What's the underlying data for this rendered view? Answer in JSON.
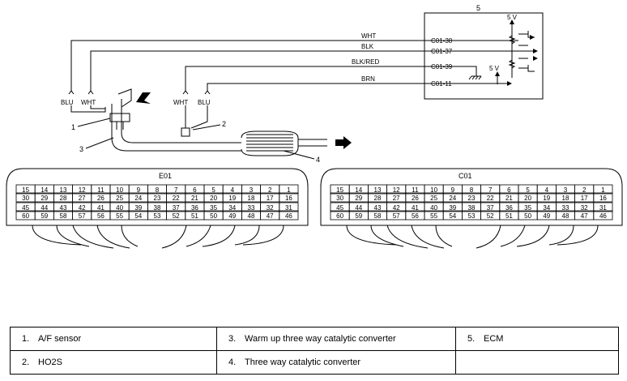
{
  "ecm": {
    "label": "5",
    "supply_labels": [
      "5 V",
      "5 V"
    ],
    "pins": [
      "C01-38",
      "C01-37",
      "C01-39",
      "C01-11"
    ]
  },
  "wires": [
    "WHT",
    "BLK",
    "BLK/RED",
    "BRN"
  ],
  "sensor_wires": [
    "BLU",
    "WHT",
    "WHT",
    "BLU"
  ],
  "callouts": [
    "1",
    "2",
    "3",
    "4"
  ],
  "connectors": [
    {
      "name": "E01",
      "row1": [
        "15",
        "14",
        "13",
        "12",
        "11",
        "10",
        "9",
        "8",
        "7",
        "6",
        "5",
        "4",
        "3",
        "2",
        "1"
      ],
      "row2": [
        "30",
        "29",
        "28",
        "27",
        "26",
        "25",
        "24",
        "23",
        "22",
        "21",
        "20",
        "19",
        "18",
        "17",
        "16"
      ],
      "row3": [
        "45",
        "44",
        "43",
        "42",
        "41",
        "40",
        "39",
        "38",
        "37",
        "36",
        "35",
        "34",
        "33",
        "32",
        "31"
      ],
      "row4": [
        "60",
        "59",
        "58",
        "57",
        "56",
        "55",
        "54",
        "53",
        "52",
        "51",
        "50",
        "49",
        "48",
        "47",
        "46"
      ]
    },
    {
      "name": "C01",
      "row1": [
        "15",
        "14",
        "13",
        "12",
        "11",
        "10",
        "9",
        "8",
        "7",
        "6",
        "5",
        "4",
        "3",
        "2",
        "1"
      ],
      "row2": [
        "30",
        "29",
        "28",
        "27",
        "26",
        "25",
        "24",
        "23",
        "22",
        "21",
        "20",
        "19",
        "18",
        "17",
        "16"
      ],
      "row3": [
        "45",
        "44",
        "43",
        "42",
        "41",
        "40",
        "39",
        "38",
        "37",
        "36",
        "35",
        "34",
        "33",
        "32",
        "31"
      ],
      "row4": [
        "60",
        "59",
        "58",
        "57",
        "56",
        "55",
        "54",
        "53",
        "52",
        "51",
        "50",
        "49",
        "48",
        "47",
        "46"
      ]
    }
  ],
  "legend": [
    [
      {
        "num": "1.",
        "text": "A/F sensor"
      },
      {
        "num": "3.",
        "text": "Warm up three way catalytic converter"
      },
      {
        "num": "5.",
        "text": "ECM"
      }
    ],
    [
      {
        "num": "2.",
        "text": "HO2S"
      },
      {
        "num": "4.",
        "text": "Three way catalytic converter"
      },
      {
        "num": "",
        "text": ""
      }
    ]
  ]
}
